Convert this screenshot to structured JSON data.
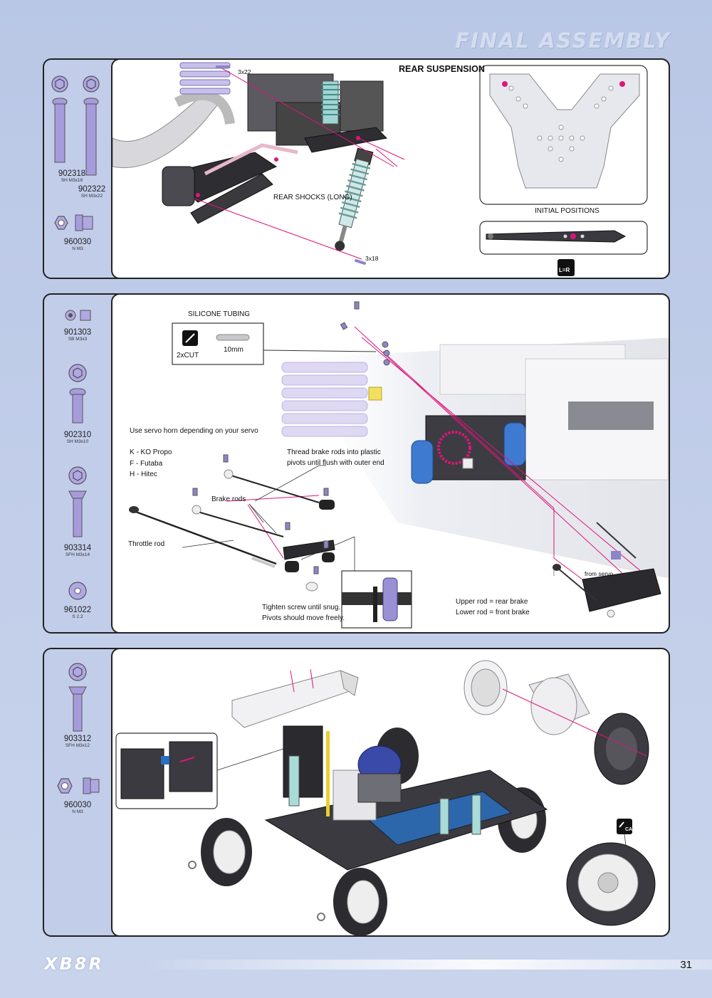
{
  "header": {
    "title": "FINAL ASSEMBLY"
  },
  "section1": {
    "parts": [
      {
        "code": "902318",
        "desc": "SH M3x18"
      },
      {
        "code": "902322",
        "desc": "SH M3x22"
      },
      {
        "code": "960030",
        "desc": "N M3"
      }
    ],
    "title": "REAR SUSPENSION",
    "screw_top": "3x22",
    "screw_bottom": "3x18",
    "shocks_label": "REAR SHOCKS (LONG)",
    "positions_label": "INITIAL POSITIONS",
    "lr_badge": "L=R"
  },
  "section2": {
    "parts": [
      {
        "code": "901303",
        "desc": "SB M3x3"
      },
      {
        "code": "902310",
        "desc": "SH M3x10"
      },
      {
        "code": "903314",
        "desc": "SFH M3x14"
      },
      {
        "code": "961022",
        "desc": "S 2.2"
      }
    ],
    "silicone_title": "SILICONE TUBING",
    "cut_label": "2xCUT",
    "length_label": "10mm",
    "servo_horn_note": "Use servo horn depending on your servo",
    "servo_options": [
      "K - KO Propo",
      "F - Futaba",
      "H - Hitec"
    ],
    "thread_note_line1": "Thread brake rods into plastic",
    "thread_note_line2": "pivots until flush with outer end",
    "brake_rods_label": "Brake rods",
    "throttle_rod_label": "Throttle rod",
    "tighten_line1": "Tighten screw until snug.",
    "tighten_line2": "Pivots should move freely.",
    "upper_rod": "Upper rod = rear brake",
    "lower_rod": "Lower rod = front brake",
    "from_servo": "from servo"
  },
  "section3": {
    "parts": [
      {
        "code": "903312",
        "desc": "SFH M3x12"
      },
      {
        "code": "960030",
        "desc": "N M3"
      }
    ],
    "ca_badge": "CA"
  },
  "footer": {
    "logo": "XB8R",
    "page_number": "31"
  },
  "colors": {
    "accent": "#e0147a",
    "part_purple": "#9e93d8",
    "page_bg": "#c2cdea"
  }
}
